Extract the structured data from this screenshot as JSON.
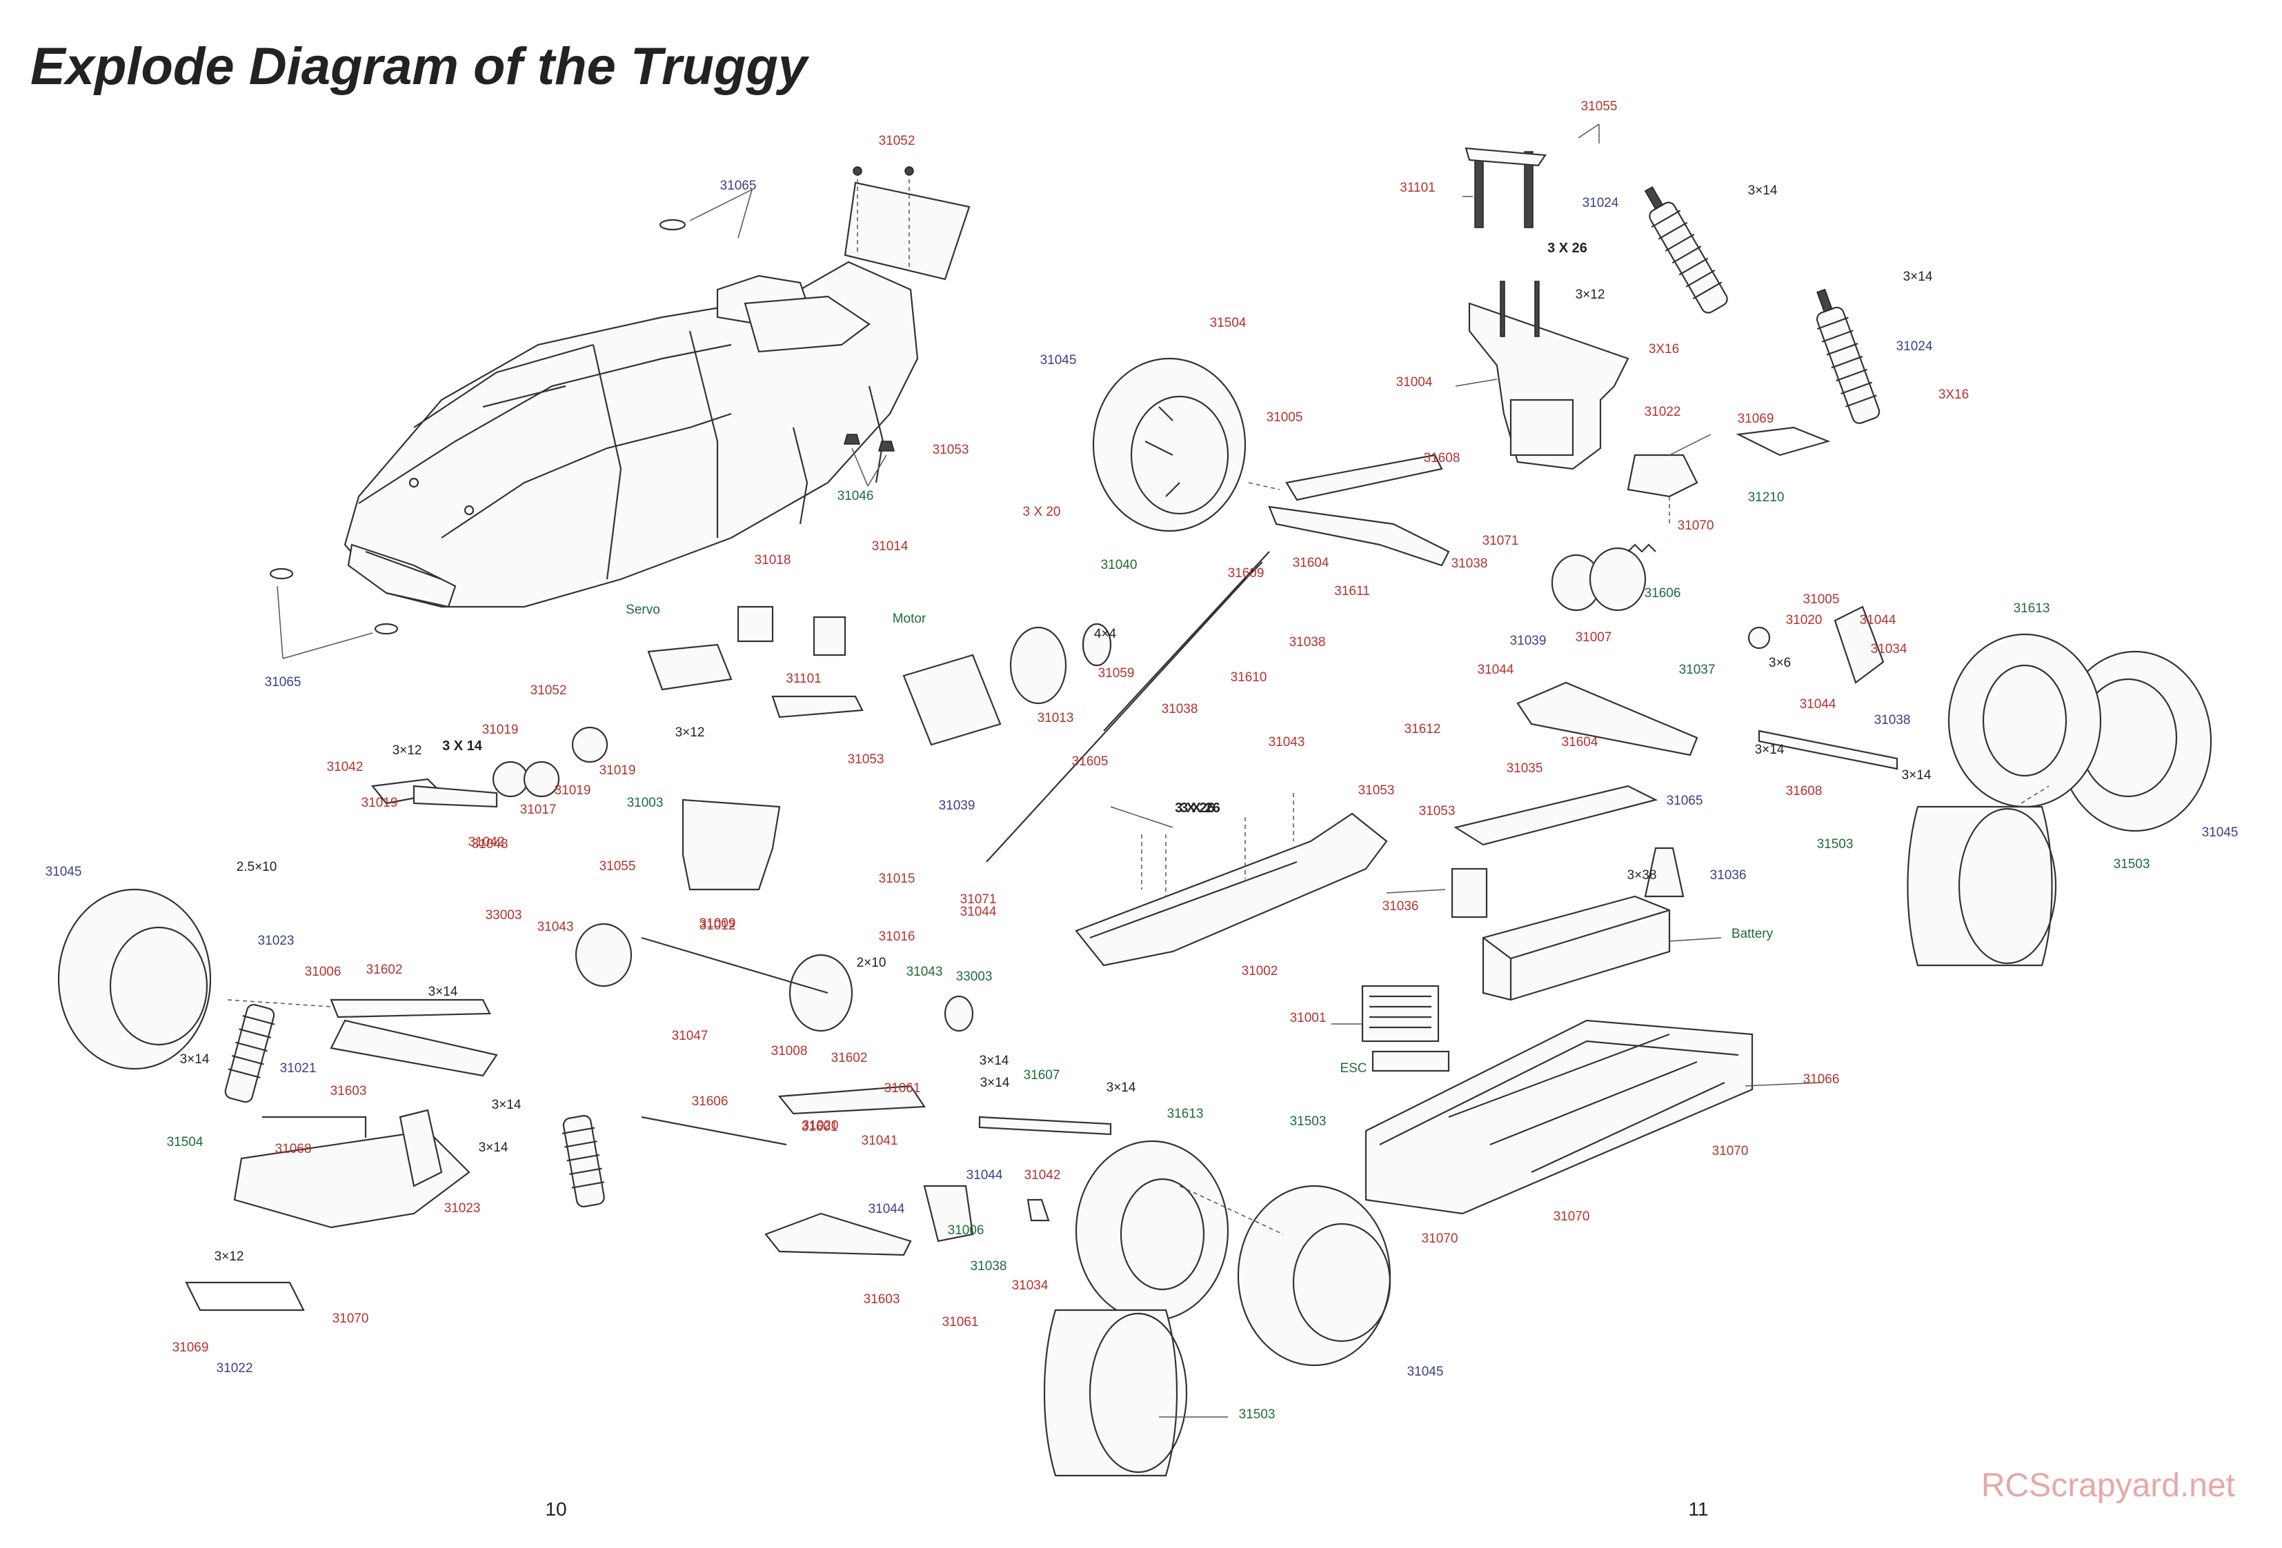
{
  "title": "Explode Diagram of the Truggy",
  "page_left": "10",
  "page_right": "11",
  "watermark": "RCScrapyard.net",
  "colors": {
    "red": "#b5322f",
    "blue": "#3a3f8a",
    "green": "#1f6b3a",
    "dark": "#222222"
  },
  "labels": [
    {
      "t": "31052",
      "c": "red"
    },
    {
      "t": "31065",
      "c": "blue"
    },
    {
      "t": "31046",
      "c": "green"
    },
    {
      "t": "31065",
      "c": "blue"
    },
    {
      "t": "31055",
      "c": "red"
    },
    {
      "t": "31101",
      "c": "red"
    },
    {
      "t": "31024",
      "c": "blue"
    },
    {
      "t": "3×14",
      "c": "dark"
    },
    {
      "t": "3 X 26",
      "c": "dark"
    },
    {
      "t": "3×12",
      "c": "dark"
    },
    {
      "t": "3X16",
      "c": "red"
    },
    {
      "t": "31004",
      "c": "red"
    },
    {
      "t": "3×14",
      "c": "dark"
    },
    {
      "t": "31024",
      "c": "blue"
    },
    {
      "t": "3X16",
      "c": "red"
    },
    {
      "t": "31022",
      "c": "red"
    },
    {
      "t": "31069",
      "c": "red"
    },
    {
      "t": "31210",
      "c": "green"
    },
    {
      "t": "31070",
      "c": "red"
    },
    {
      "t": "31045",
      "c": "blue"
    },
    {
      "t": "31504",
      "c": "red"
    },
    {
      "t": "31005",
      "c": "red"
    },
    {
      "t": "31608",
      "c": "red"
    },
    {
      "t": "31604",
      "c": "red"
    },
    {
      "t": "31053",
      "c": "red"
    },
    {
      "t": "3 X 20",
      "c": "red"
    },
    {
      "t": "31014",
      "c": "red"
    },
    {
      "t": "31040",
      "c": "green"
    },
    {
      "t": "31071",
      "c": "red"
    },
    {
      "t": "31038",
      "c": "red"
    },
    {
      "t": "31039",
      "c": "blue"
    },
    {
      "t": "31007",
      "c": "red"
    },
    {
      "t": "31609",
      "c": "red"
    },
    {
      "t": "31611",
      "c": "red"
    },
    {
      "t": "31038",
      "c": "red"
    },
    {
      "t": "31044",
      "c": "red"
    },
    {
      "t": "31606",
      "c": "green"
    },
    {
      "t": "31005",
      "c": "red"
    },
    {
      "t": "31020",
      "c": "red"
    },
    {
      "t": "31044",
      "c": "red"
    },
    {
      "t": "31613",
      "c": "green"
    },
    {
      "t": "3×6",
      "c": "dark"
    },
    {
      "t": "31034",
      "c": "red"
    },
    {
      "t": "31037",
      "c": "green"
    },
    {
      "t": "31044",
      "c": "red"
    },
    {
      "t": "31038",
      "c": "blue"
    },
    {
      "t": "31604",
      "c": "red"
    },
    {
      "t": "3×14",
      "c": "dark"
    },
    {
      "t": "31608",
      "c": "red"
    },
    {
      "t": "3×14",
      "c": "dark"
    },
    {
      "t": "31065",
      "c": "blue"
    },
    {
      "t": "31045",
      "c": "blue"
    },
    {
      "t": "31503",
      "c": "green"
    },
    {
      "t": "31503",
      "c": "green"
    },
    {
      "t": "31018",
      "c": "red"
    },
    {
      "t": "Servo",
      "c": "green"
    },
    {
      "t": "Motor",
      "c": "green"
    },
    {
      "t": "4×4",
      "c": "dark"
    },
    {
      "t": "31059",
      "c": "red"
    },
    {
      "t": "31013",
      "c": "red"
    },
    {
      "t": "31052",
      "c": "red"
    },
    {
      "t": "31101",
      "c": "red"
    },
    {
      "t": "31610",
      "c": "red"
    },
    {
      "t": "31043",
      "c": "red"
    },
    {
      "t": "31612",
      "c": "red"
    },
    {
      "t": "31038",
      "c": "red"
    },
    {
      "t": "31605",
      "c": "red"
    },
    {
      "t": "3 X 26",
      "c": "dark"
    },
    {
      "t": "3×12",
      "c": "dark"
    },
    {
      "t": "3×12",
      "c": "dark"
    },
    {
      "t": "3 X 14",
      "c": "dark"
    },
    {
      "t": "31019",
      "c": "red"
    },
    {
      "t": "31042",
      "c": "red"
    },
    {
      "t": "31019",
      "c": "red"
    },
    {
      "t": "31019",
      "c": "red"
    },
    {
      "t": "31017",
      "c": "red"
    },
    {
      "t": "31019",
      "c": "red"
    },
    {
      "t": "31048",
      "c": "red"
    },
    {
      "t": "2.5×10",
      "c": "dark"
    },
    {
      "t": "31042",
      "c": "red"
    },
    {
      "t": "31003",
      "c": "green"
    },
    {
      "t": "31055",
      "c": "red"
    },
    {
      "t": "31053",
      "c": "red"
    },
    {
      "t": "31039",
      "c": "blue"
    },
    {
      "t": "31015",
      "c": "red"
    },
    {
      "t": "31016",
      "c": "red"
    },
    {
      "t": "31071",
      "c": "red"
    },
    {
      "t": "31044",
      "c": "red"
    },
    {
      "t": "31053",
      "c": "red"
    },
    {
      "t": "3 X 26",
      "c": "dark"
    },
    {
      "t": "31053",
      "c": "red"
    },
    {
      "t": "31002",
      "c": "red"
    },
    {
      "t": "31035",
      "c": "red"
    },
    {
      "t": "3×38",
      "c": "dark"
    },
    {
      "t": "31036",
      "c": "blue"
    },
    {
      "t": "31036",
      "c": "red"
    },
    {
      "t": "Battery",
      "c": "green"
    },
    {
      "t": "31001",
      "c": "red"
    },
    {
      "t": "ESC",
      "c": "green"
    },
    {
      "t": "31066",
      "c": "red"
    },
    {
      "t": "31070",
      "c": "red"
    },
    {
      "t": "31070",
      "c": "red"
    },
    {
      "t": "31070",
      "c": "red"
    },
    {
      "t": "31045",
      "c": "blue"
    },
    {
      "t": "31023",
      "c": "blue"
    },
    {
      "t": "31006",
      "c": "red"
    },
    {
      "t": "31602",
      "c": "red"
    },
    {
      "t": "3×14",
      "c": "dark"
    },
    {
      "t": "33003",
      "c": "red"
    },
    {
      "t": "31043",
      "c": "red"
    },
    {
      "t": "31012",
      "c": "red"
    },
    {
      "t": "31009",
      "c": "red"
    },
    {
      "t": "2×10",
      "c": "dark"
    },
    {
      "t": "31043",
      "c": "green"
    },
    {
      "t": "33003",
      "c": "green"
    },
    {
      "t": "31047",
      "c": "red"
    },
    {
      "t": "31008",
      "c": "red"
    },
    {
      "t": "3×14",
      "c": "dark"
    },
    {
      "t": "31603",
      "c": "red"
    },
    {
      "t": "31021",
      "c": "blue"
    },
    {
      "t": "31068",
      "c": "red"
    },
    {
      "t": "31504",
      "c": "green"
    },
    {
      "t": "3×14",
      "c": "dark"
    },
    {
      "t": "3×14",
      "c": "dark"
    },
    {
      "t": "31023",
      "c": "red"
    },
    {
      "t": "31601",
      "c": "red"
    },
    {
      "t": "3×12",
      "c": "dark"
    },
    {
      "t": "31070",
      "c": "red"
    },
    {
      "t": "31069",
      "c": "red"
    },
    {
      "t": "31022",
      "c": "blue"
    },
    {
      "t": "3×14",
      "c": "dark"
    },
    {
      "t": "31606",
      "c": "red"
    },
    {
      "t": "31602",
      "c": "red"
    },
    {
      "t": "31061",
      "c": "red"
    },
    {
      "t": "3×14",
      "c": "dark"
    },
    {
      "t": "31607",
      "c": "green"
    },
    {
      "t": "3×14",
      "c": "dark"
    },
    {
      "t": "31020",
      "c": "red"
    },
    {
      "t": "31041",
      "c": "red"
    },
    {
      "t": "31042",
      "c": "red"
    },
    {
      "t": "31044",
      "c": "blue"
    },
    {
      "t": "31044",
      "c": "blue"
    },
    {
      "t": "31006",
      "c": "green"
    },
    {
      "t": "31038",
      "c": "green"
    },
    {
      "t": "31034",
      "c": "red"
    },
    {
      "t": "31603",
      "c": "red"
    },
    {
      "t": "31061",
      "c": "red"
    },
    {
      "t": "31613",
      "c": "green"
    },
    {
      "t": "31503",
      "c": "green"
    },
    {
      "t": "31045",
      "c": "blue"
    },
    {
      "t": "31503",
      "c": "green"
    }
  ]
}
